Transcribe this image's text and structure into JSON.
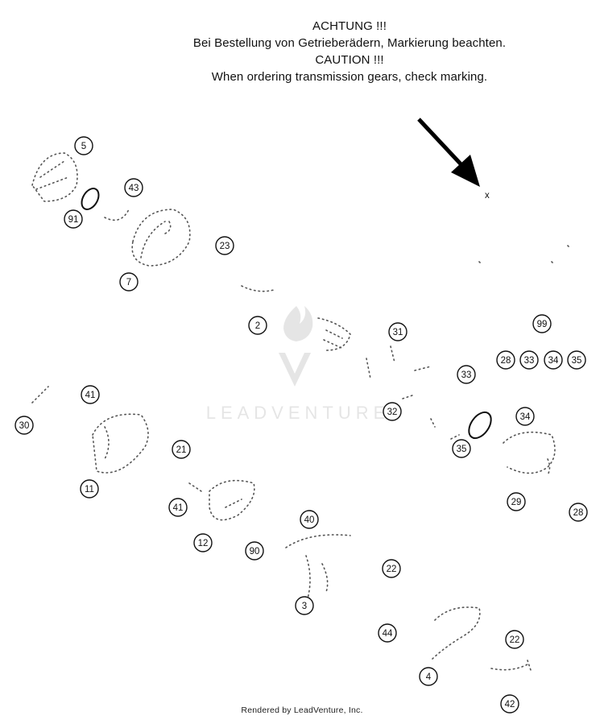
{
  "header": {
    "line1": "ACHTUNG !!!",
    "line2": "Bei Bestellung von Getrieberädern, Markierung beachten.",
    "line3": "CAUTION !!!",
    "line4": "When ordering transmission gears, check marking."
  },
  "marking_symbol": "x",
  "watermark": "LEADVENTURE",
  "footer": "Rendered by LeadVenture, Inc.",
  "callouts": [
    "5",
    "43",
    "91",
    "7",
    "23",
    "2",
    "31",
    "99",
    "28",
    "33",
    "34",
    "35",
    "33",
    "41",
    "30",
    "32",
    "34",
    "35",
    "21",
    "11",
    "41",
    "12",
    "40",
    "90",
    "29",
    "28",
    "22",
    "3",
    "44",
    "22",
    "4",
    "42"
  ]
}
